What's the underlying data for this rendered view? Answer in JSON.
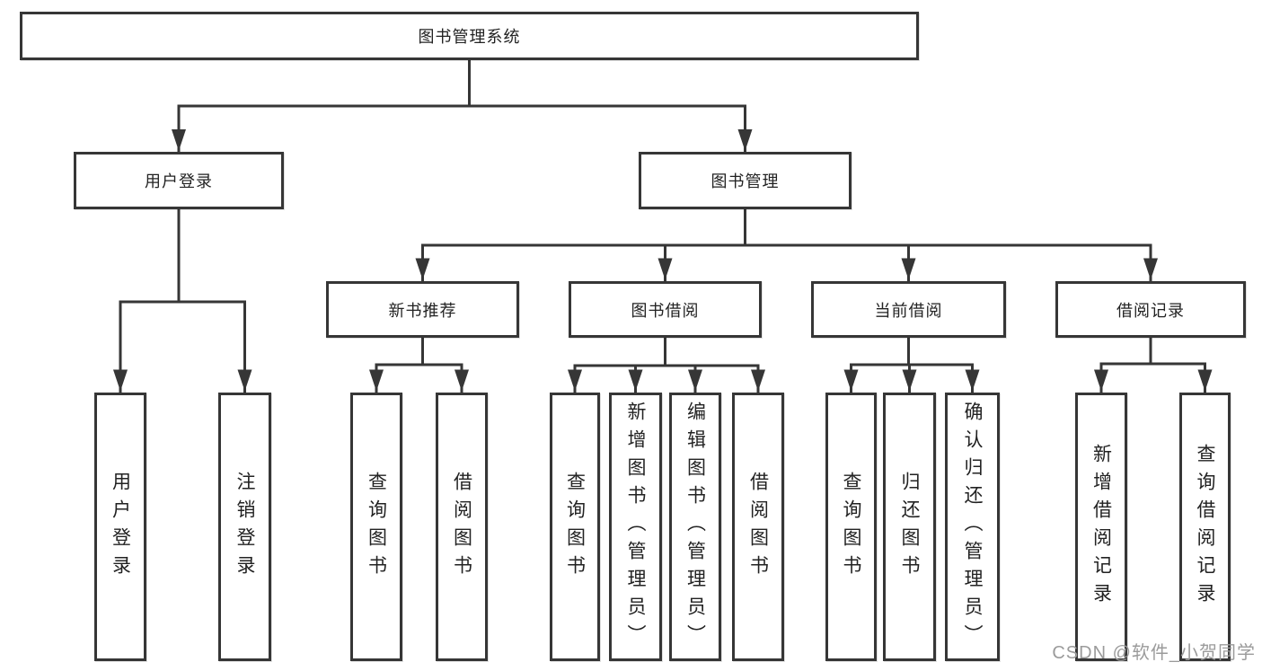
{
  "diagram": {
    "root": {
      "label": "图书管理系统"
    },
    "branches": [
      {
        "label": "用户登录",
        "children": [
          {
            "label": "用户登录"
          },
          {
            "label": "注销登录"
          }
        ]
      },
      {
        "label": "图书管理",
        "children": [
          {
            "label": "新书推荐",
            "children": [
              {
                "label": "查询图书"
              },
              {
                "label": "借阅图书"
              }
            ]
          },
          {
            "label": "图书借阅",
            "children": [
              {
                "label": "查询图书"
              },
              {
                "label": "新增图书（管理员）"
              },
              {
                "label": "编辑图书（管理员）"
              },
              {
                "label": "借阅图书"
              }
            ]
          },
          {
            "label": "当前借阅",
            "children": [
              {
                "label": "查询图书"
              },
              {
                "label": "归还图书"
              },
              {
                "label": "确认归还（管理员）"
              }
            ]
          },
          {
            "label": "借阅记录",
            "children": [
              {
                "label": "新增借阅记录"
              },
              {
                "label": "查询借阅记录"
              }
            ]
          }
        ]
      }
    ]
  },
  "watermark": {
    "text": "CSDN @软件_小贺同学"
  },
  "colors": {
    "line": "#363636",
    "box_border": "#363636",
    "text": "#222222",
    "watermark": "#9b9b9b",
    "background": "#ffffff"
  }
}
